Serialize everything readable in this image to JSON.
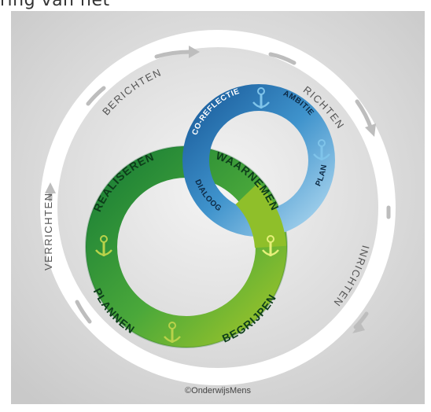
{
  "header": {
    "cropped_text": "ring van net"
  },
  "outer_cycle": {
    "labels": [
      "BERICHTEN",
      "RICHTEN",
      "INRICHTEN",
      "VERRICHTEN"
    ]
  },
  "green_ring": {
    "labels": [
      "REALISEREN",
      "WAARNEMEN",
      "BEGRIJPEN",
      "PLANNEN"
    ]
  },
  "blue_ring": {
    "labels": [
      "CO-REFLECTIE",
      "AMBITIE",
      "PLAN",
      "DIALOOG"
    ]
  },
  "copyright": "©OnderwijsMens",
  "colors": {
    "green_dark": "#1f8a3c",
    "green_light": "#8fbf2a",
    "blue_dark": "#1f6fb0",
    "blue_light": "#8fc6e6",
    "white_ring": "#ffffff"
  },
  "icons": [
    "anchor-icon",
    "arrow-icon"
  ]
}
